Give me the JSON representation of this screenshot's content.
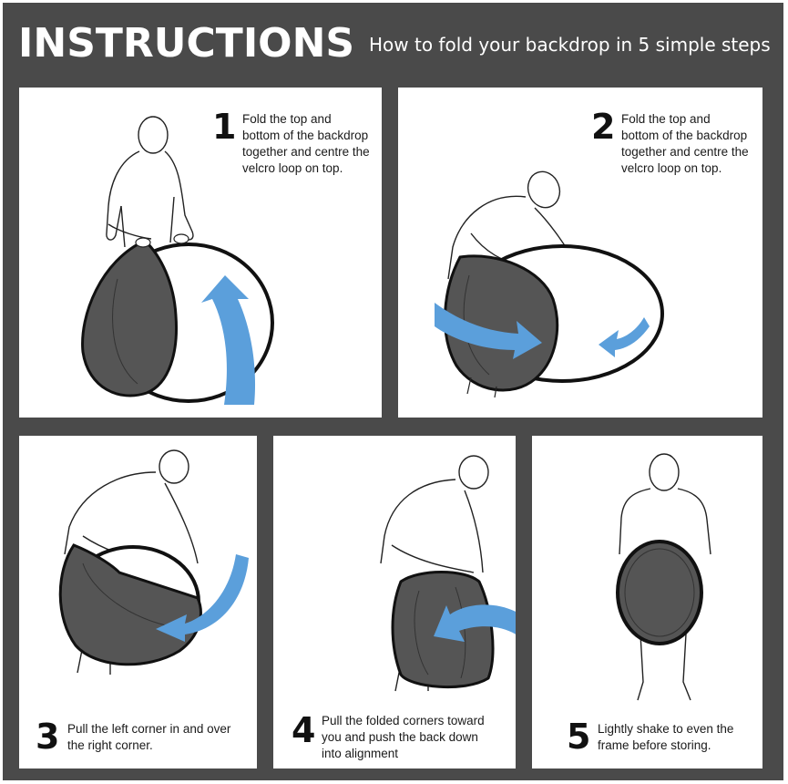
{
  "header": {
    "title": "INSTRUCTIONS",
    "subtitle": "How to fold your backdrop in 5 simple steps"
  },
  "steps": [
    {
      "number": "1",
      "lines": [
        "Fold the top and",
        "bottom of the backdrop",
        "together and centre the",
        "velcro loop on top."
      ]
    },
    {
      "number": "2",
      "lines": [
        "Fold the top and",
        "bottom of the backdrop",
        "together and centre the",
        "velcro loop on top."
      ]
    },
    {
      "number": "3",
      "lines": [
        "Pull the left corner in and over",
        "the right corner."
      ]
    },
    {
      "number": "4",
      "lines": [
        "Pull the folded corners toward",
        "you and push the back down",
        "into alignment"
      ]
    },
    {
      "number": "5",
      "lines": [
        "Lightly shake to even the",
        "frame before storing."
      ]
    }
  ],
  "colors": {
    "background": "#4a4a4a",
    "panel": "#ffffff",
    "arrow": "#5b9fdb",
    "backdrop_dark": "#555555",
    "text": "#1a1a1a"
  },
  "icons": [
    "arrow-curved-up",
    "arrow-right",
    "arrow-left-small",
    "arrow-curved-left",
    "arrow-curved-back"
  ]
}
